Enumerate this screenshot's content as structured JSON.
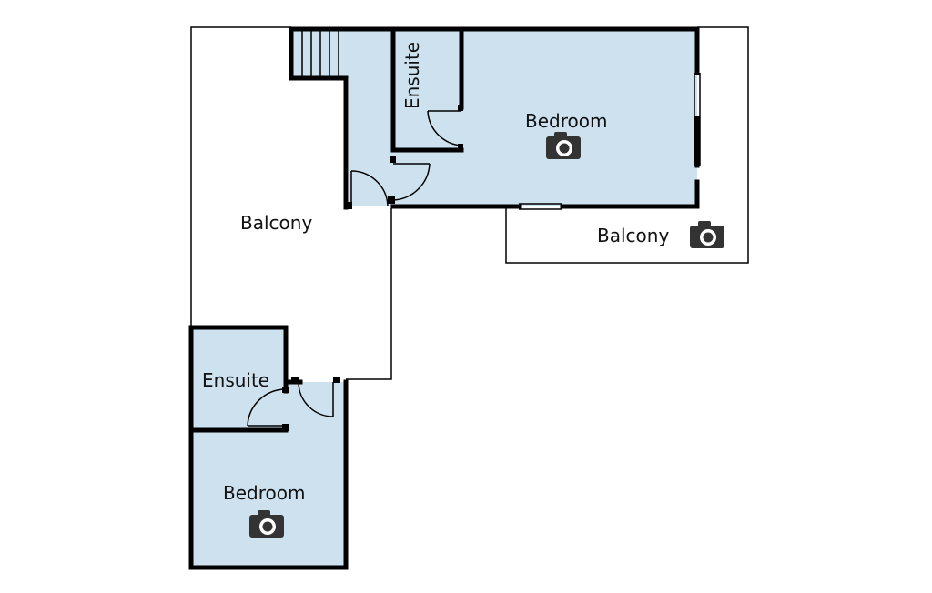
{
  "rooms": {
    "upper_ensuite": "Ensuite",
    "upper_bedroom": "Bedroom",
    "upper_balcony": "Balcony",
    "right_balcony": "Balcony",
    "lower_ensuite": "Ensuite",
    "lower_bedroom": "Bedroom"
  },
  "icons": {
    "photo": "camera-icon"
  },
  "colors": {
    "room_fill": "#cde1ef",
    "wall": "#000000",
    "icon": "#333333"
  }
}
